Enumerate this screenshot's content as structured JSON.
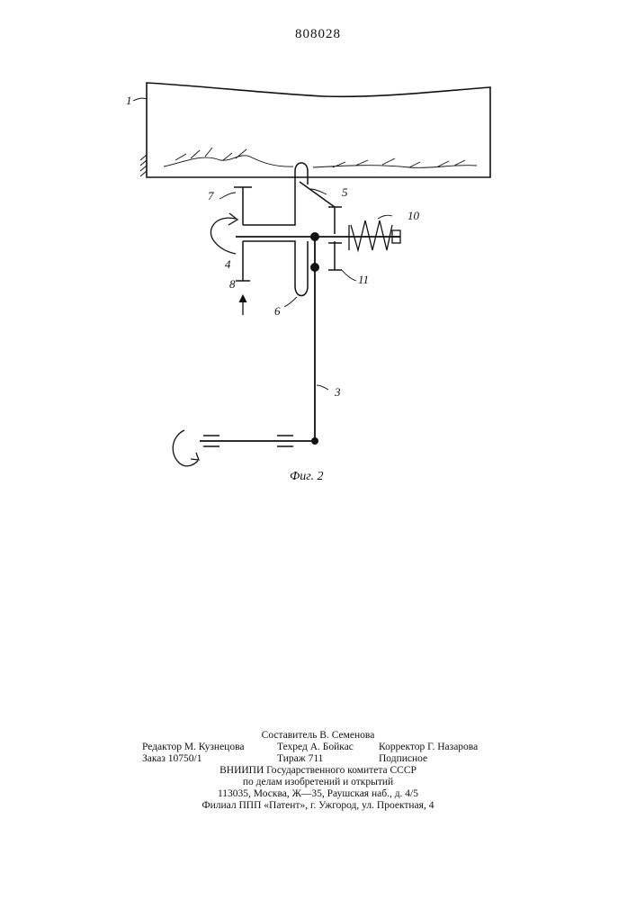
{
  "page_number": "808028",
  "figure": {
    "caption": "Фиг. 2",
    "labels": {
      "l1": "1",
      "l3": "3",
      "l4": "4",
      "l5": "5",
      "l6": "6",
      "l7": "7",
      "l8": "8",
      "l10": "10",
      "l11": "11"
    }
  },
  "imprint": {
    "compiler": "Составитель В. Семенова",
    "editor": "Редактор М. Кузнецова",
    "techred": "Техред А. Бойкас",
    "corrector": "Корректор Г. Назарова",
    "order": "Заказ 10750/1",
    "circulation": "Тираж 711",
    "subscription": "Подписное",
    "org_line1": "ВНИИПИ Государственного комитета СССР",
    "org_line2": "по делам изобретений и открытий",
    "address": "113035, Москва, Ж—35, Раушская наб., д. 4/5",
    "branch": "Филиал ППП «Патент», г. Ужгород, ул. Проектная, 4"
  }
}
